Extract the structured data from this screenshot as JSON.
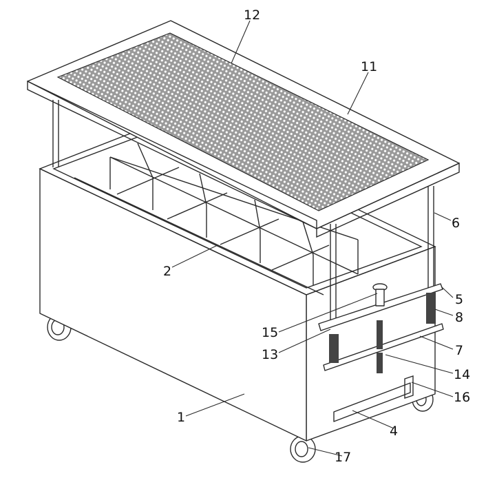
{
  "figure": {
    "callouts": [
      {
        "id": "c12",
        "label": "12"
      },
      {
        "id": "c11",
        "label": "11"
      },
      {
        "id": "c6",
        "label": "6"
      },
      {
        "id": "c2",
        "label": "2"
      },
      {
        "id": "c5",
        "label": "5"
      },
      {
        "id": "c8",
        "label": "8"
      },
      {
        "id": "c15",
        "label": "15"
      },
      {
        "id": "c13",
        "label": "13"
      },
      {
        "id": "c7",
        "label": "7"
      },
      {
        "id": "c14",
        "label": "14"
      },
      {
        "id": "c16",
        "label": "16"
      },
      {
        "id": "c1",
        "label": "1"
      },
      {
        "id": "c4",
        "label": "4"
      },
      {
        "id": "c17",
        "label": "17"
      }
    ]
  },
  "colors": {
    "line": "#2a2a2a",
    "mesh": "#6f6f6f",
    "background": "#ffffff"
  }
}
